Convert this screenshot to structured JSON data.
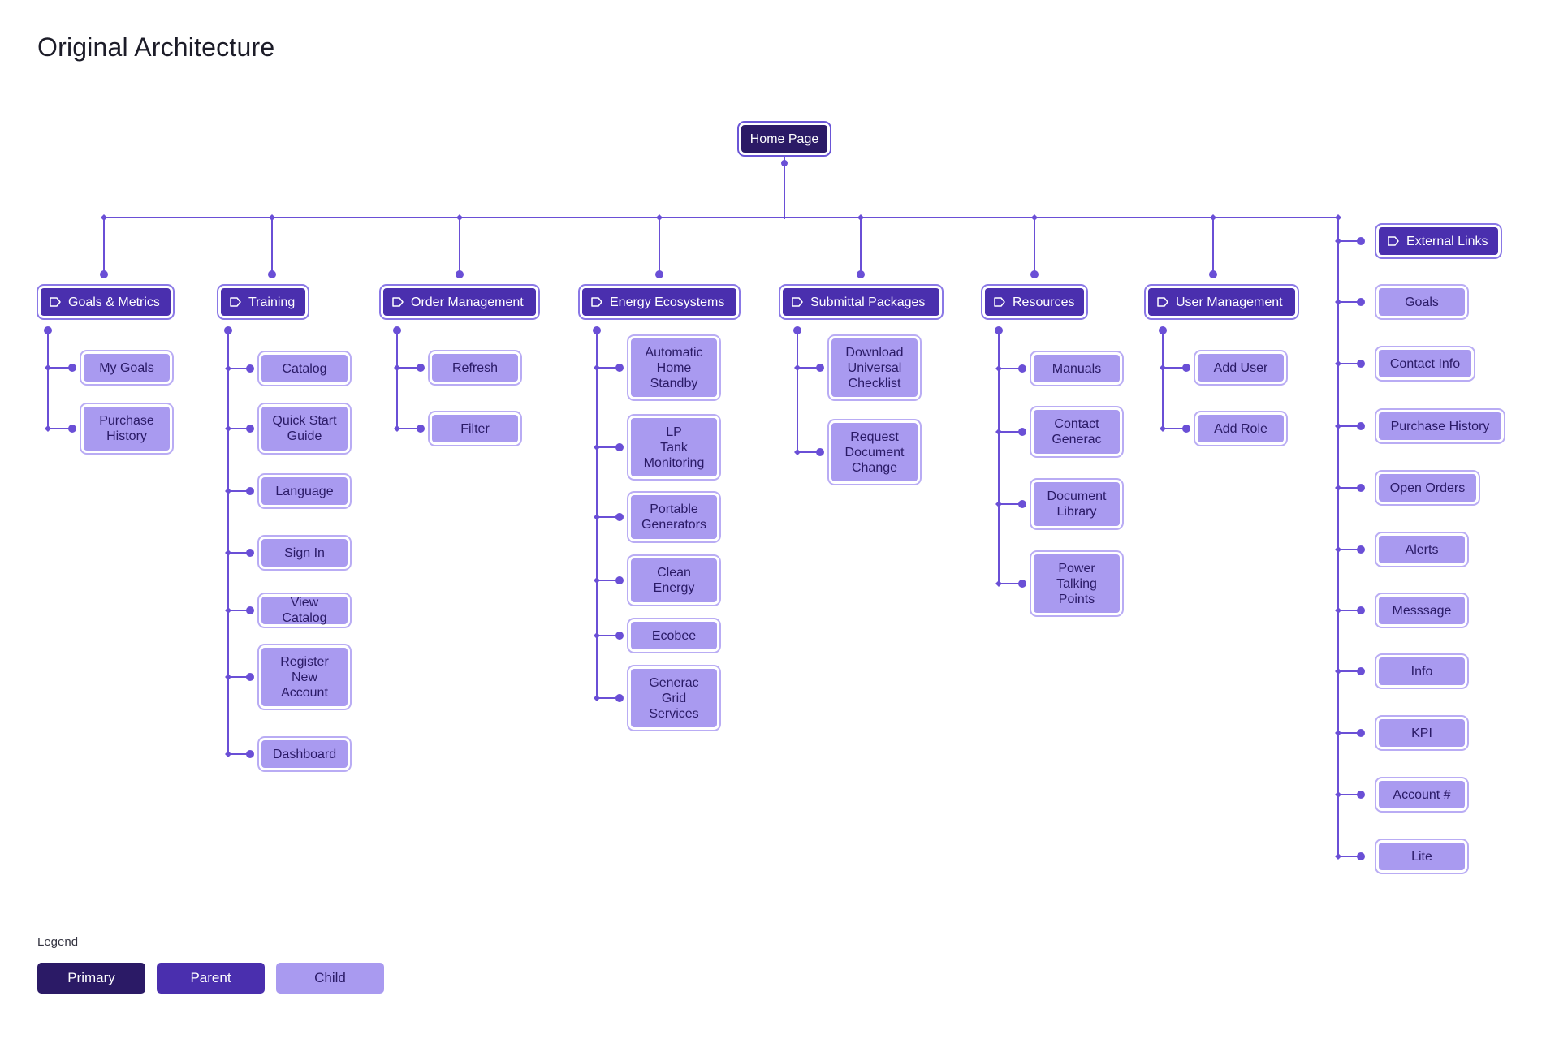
{
  "page_title": "Original Architecture",
  "colors": {
    "primary": "#2b1a66",
    "parent": "#4a2fae",
    "child": "#a99af0",
    "connector": "#6a4fd6"
  },
  "icons": {
    "parent_node": "tag-icon"
  },
  "home": {
    "label": "Home Page"
  },
  "sections": [
    {
      "id": "goals-metrics",
      "label": "Goals & Metrics",
      "children": [
        "My Goals",
        "Purchase\nHistory"
      ]
    },
    {
      "id": "training",
      "label": "Training",
      "children": [
        "Catalog",
        "Quick Start\nGuide",
        "Language",
        "Sign In",
        "View Catalog",
        "Register\nNew\nAccount",
        "Dashboard"
      ]
    },
    {
      "id": "order-management",
      "label": "Order Management",
      "children": [
        "Refresh",
        "Filter"
      ]
    },
    {
      "id": "energy-ecosystems",
      "label": "Energy Ecosystems",
      "children": [
        "Automatic\nHome\nStandby",
        "LP\nTank\nMonitoring",
        "Portable\nGenerators",
        "Clean\nEnergy",
        "Ecobee",
        "Generac\nGrid\nServices"
      ]
    },
    {
      "id": "submittal-packages",
      "label": "Submittal Packages",
      "children": [
        "Download\nUniversal\nChecklist",
        "Request\nDocument\nChange"
      ]
    },
    {
      "id": "resources",
      "label": "Resources",
      "children": [
        "Manuals",
        "Contact\nGenerac",
        "Document\nLibrary",
        "Power\nTalking\nPoints"
      ]
    },
    {
      "id": "user-management",
      "label": "User Management",
      "children": [
        "Add User",
        "Add Role"
      ]
    },
    {
      "id": "external-links",
      "label": "External Links",
      "children": [
        "Goals",
        "Contact Info",
        "Purchase History",
        "Open Orders",
        "Alerts",
        "Messsage",
        "Info",
        "KPI",
        "Account #",
        "Lite"
      ]
    }
  ],
  "legend": {
    "title": "Legend",
    "primary": "Primary",
    "parent": "Parent",
    "child": "Child"
  }
}
